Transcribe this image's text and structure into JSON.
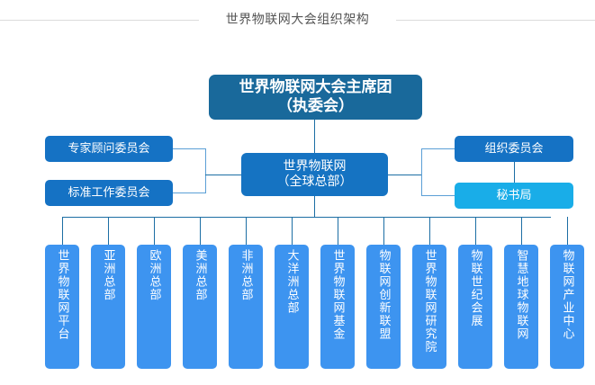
{
  "page": {
    "title": "世界物联网大会组织架构",
    "background": "#ffffff"
  },
  "colors": {
    "president_box": "#19699b",
    "hq_box": "#1573c2",
    "committee_box": "#1572c4",
    "secretariat_box": "#19ade8",
    "branch_box": "#3d94f0",
    "connector_line": "#1c6ea4",
    "title_rule": "#dcdcdc",
    "title_text": "#555555"
  },
  "chart": {
    "type": "org-chart",
    "root": {
      "label": "世界物联网大会主席团\n(执委会)",
      "line1": "世界物联网大会主席团",
      "line2": "（执委会）"
    },
    "center": {
      "line1": "世界物联网",
      "line2": "（全球总部）"
    },
    "left_committees": [
      {
        "label": "专家顾问委员会"
      },
      {
        "label": "标准工作委员会"
      }
    ],
    "right_committees": [
      {
        "label": "组织委员会"
      },
      {
        "label": "秘书局"
      }
    ],
    "branches": [
      {
        "label": "世界物联网平台"
      },
      {
        "label": "亚洲总部"
      },
      {
        "label": "欧洲总部"
      },
      {
        "label": "美洲总部"
      },
      {
        "label": "非洲总部"
      },
      {
        "label": "大洋洲总部"
      },
      {
        "label": "世界物联网基金"
      },
      {
        "label": "物联网创新联盟"
      },
      {
        "label": "世界物联网研究院"
      },
      {
        "label": "物联世纪会展"
      },
      {
        "label": "智慧地球物联网"
      },
      {
        "label": "物联网产业中心"
      }
    ]
  }
}
